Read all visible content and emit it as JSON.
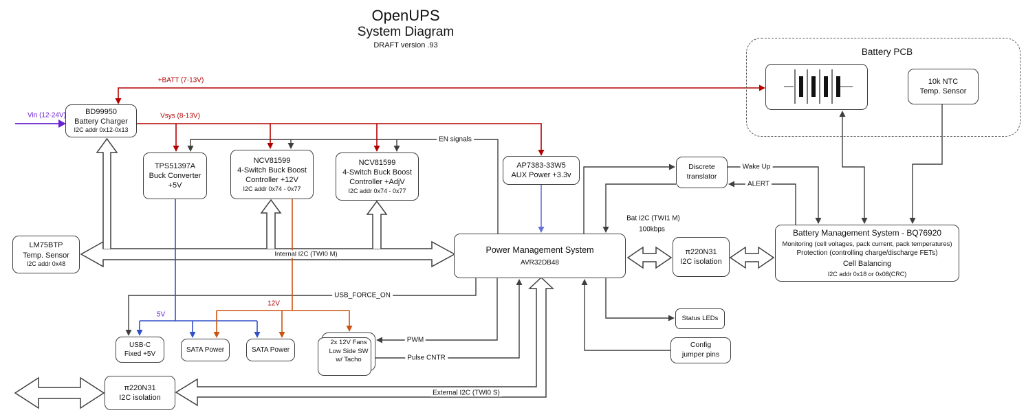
{
  "title": {
    "main": "OpenUPS",
    "sub": "System Diagram",
    "draft": "DRAFT version .93"
  },
  "colors": {
    "wire_red": "#b30000",
    "wire_blue": "#3050c8",
    "wire_orange": "#cc5210",
    "aux_blue": "#6070d8",
    "label_purple": "#6a21d1",
    "wire_dark": "#3f3f3f"
  },
  "nodes": {
    "battery_charger": {
      "lines": [
        "BD99950",
        "Battery Charger",
        "I2C addr 0x12-0x13"
      ]
    },
    "buck_5v": {
      "lines": [
        "TPS51397A",
        "Buck Converter",
        "+5V"
      ]
    },
    "buck_boost_12v": {
      "lines": [
        "NCV81599",
        "4-Switch Buck Boost",
        "Controller +12V",
        "I2C addr 0x74 - 0x77"
      ]
    },
    "buck_boost_adjv": {
      "lines": [
        "NCV81599",
        "4-Switch Buck Boost",
        "Controller +AdjV",
        "I2C addr 0x74 - 0x77"
      ]
    },
    "aux_power": {
      "lines": [
        "AP7383-33W5",
        "AUX Power +3.3v"
      ]
    },
    "pms": {
      "lines": [
        "Power Management System",
        "AVR32DB48"
      ]
    },
    "temp_sensor_board": {
      "lines": [
        "LM75BTP",
        "Temp. Sensor",
        "I2C addr 0x48"
      ]
    },
    "discrete_translator": {
      "lines": [
        "Discrete",
        "translator"
      ]
    },
    "i2c_isolation_bat": {
      "lines": [
        "π220N31",
        "I2C isolation"
      ]
    },
    "bms": {
      "lines": [
        "Battery Management System - BQ76920",
        "Monitoring (cell voltages, pack current, pack temperatures)",
        "Protection (controlling charge/discharge FETs)",
        "Cell Balancing",
        "I2C addr 0x18 or 0x08(CRC)"
      ]
    },
    "battery_pcb": {
      "label": "Battery PCB"
    },
    "ntc": {
      "lines": [
        "10k NTC",
        "Temp. Sensor"
      ]
    },
    "status_leds": {
      "lines": [
        "Status LEDs"
      ]
    },
    "config_jumpers": {
      "lines": [
        "Config",
        "jumper pins"
      ]
    },
    "usb_c": {
      "lines": [
        "USB-C",
        "Fixed +5V"
      ]
    },
    "sata_power_1": {
      "lines": [
        "SATA Power"
      ]
    },
    "sata_power_2": {
      "lines": [
        "SATA Power"
      ]
    },
    "fans": {
      "lines": [
        "2x 12V Fans",
        "Low Side SW",
        "w/ Tacho"
      ]
    },
    "i2c_isolation_ext": {
      "lines": [
        "π220N31",
        "I2C isolation"
      ]
    }
  },
  "wire_labels": {
    "vin": "Vin (12-24V)",
    "batt": "+BATT (7-13V)",
    "vsys": "Vsys (8-13V)",
    "en": "EN signals",
    "internal_i2c": "Internal I2C (TWI0 M)",
    "usb_force_on": "USB_FORCE_ON",
    "rail_5v": "5V",
    "rail_12v": "12V",
    "pwm": "PWM",
    "pulse_cntr": "Pulse CNTR",
    "external_i2c": "External I2C (TWI0 S)",
    "wake_up": "Wake Up",
    "alert": "ALERT",
    "bat_i2c": "Bat I2C (TWI1 M)",
    "bat_i2c_speed": "100kbps"
  }
}
